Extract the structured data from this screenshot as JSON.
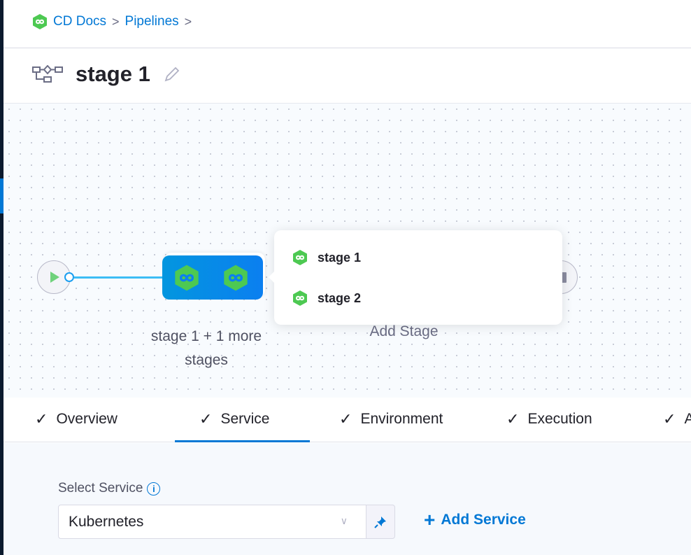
{
  "breadcrumb": {
    "items": [
      {
        "label": "CD Docs"
      },
      {
        "label": "Pipelines"
      }
    ],
    "separator": ">"
  },
  "header": {
    "title": "stage 1",
    "icon": "pipeline-stages-icon",
    "edit_icon": "pencil-icon"
  },
  "pipeline": {
    "group_label": "stage 1 + 1 more stages",
    "add_stage_label": "Add Stage",
    "popover_items": [
      {
        "label": "stage 1"
      },
      {
        "label": "stage 2"
      }
    ]
  },
  "tabs": [
    {
      "label": "Overview",
      "completed": true
    },
    {
      "label": "Service",
      "completed": true,
      "active": true
    },
    {
      "label": "Environment",
      "completed": true
    },
    {
      "label": "Execution",
      "completed": true
    },
    {
      "label": "A",
      "completed": true
    }
  ],
  "service": {
    "label": "Select Service",
    "selected": "Kubernetes",
    "add_label": "Add Service",
    "add_symbol": "+"
  },
  "colors": {
    "accent": "#0278d5",
    "stage_green": "#4dc952",
    "group_blue": "#0b7ff0"
  }
}
